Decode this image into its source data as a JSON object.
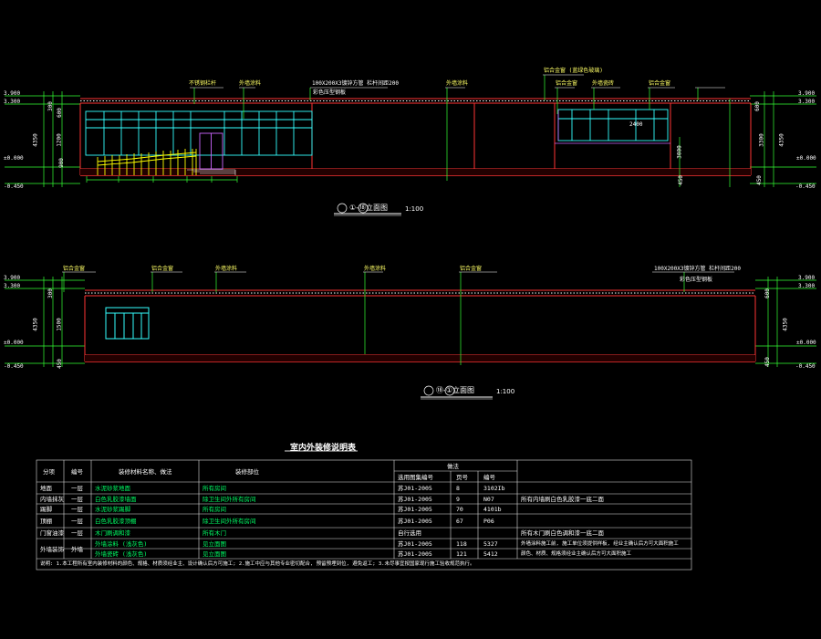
{
  "colors": {
    "background": "#000000",
    "wall": "#ff3333",
    "window": "#33ffff",
    "leader": "#33ff33",
    "ramp": "#ffff00",
    "text": "#ffffff",
    "door": "#cc66ff",
    "table_line": "#dddddd"
  },
  "elev1": {
    "title": "①-⑱立面图",
    "scale": "1:100",
    "levels_left": [
      "3.900",
      "3.300",
      "±0.000",
      "-0.450"
    ],
    "levels_right": [
      "3.900",
      "3.300",
      "±0.000",
      "-0.450"
    ],
    "dims_left": [
      "300",
      "600",
      "4350",
      "1200",
      "900"
    ],
    "dims_right": [
      "600",
      "3300",
      "4350",
      "450"
    ],
    "inner_dims": [
      "3000",
      "450",
      "2400"
    ],
    "top_labels": [
      "不锈钢栏杆",
      "外墙涂料",
      "100X200X3镀锌方管 栏杆间距200",
      "外墙涂料",
      "铝合金窗 (蓝绿色玻璃)",
      "铝合金窗",
      "外墙瓷砖",
      "铝合金窗"
    ],
    "sub_label": "彩色压型钢板"
  },
  "elev2": {
    "title": "⑱-①立面图",
    "scale": "1:100",
    "levels_left": [
      "3.900",
      "3.300",
      "±0.000",
      "-0.450"
    ],
    "levels_right": [
      "3.900",
      "3.300",
      "±0.000",
      "-0.450"
    ],
    "dims_left": [
      "300",
      "4350",
      "1500",
      "450"
    ],
    "dims_right": [
      "600",
      "4350",
      "450"
    ],
    "top_labels": [
      "铝合金窗",
      "铝合金窗",
      "外墙涂料",
      "外墙涂料",
      "铝合金窗",
      "100X200X3镀锌方管 栏杆间距200"
    ],
    "sub_label": "彩色压型钢板"
  },
  "table": {
    "title": "室内外装修说明表",
    "headers": [
      "分项",
      "编号",
      "装修材料名称、做法",
      "装修部位",
      "做法",
      "页号",
      "编号",
      ""
    ],
    "group_header": "做法",
    "sub_headers": [
      "选用图集编号",
      "页号",
      "编号"
    ],
    "rows": [
      [
        "地面",
        "一层",
        "水泥砂浆地面",
        "所有房间",
        "苏J01-2005",
        "8",
        "3102Ib",
        ""
      ],
      [
        "内墙抹灰",
        "一层",
        "白色乳胶漆墙面",
        "除卫生间外所有房间",
        "苏J01-2005",
        "9",
        "N07",
        "所有内墙刷白色乳胶漆一底二面"
      ],
      [
        "踢脚",
        "一层",
        "水泥砂浆踢脚",
        "所有房间",
        "苏J01-2005",
        "70",
        "4101b",
        ""
      ],
      [
        "顶棚",
        "一层",
        "白色乳胶漆顶棚",
        "除卫生间外所有房间",
        "苏J01-2005",
        "67",
        "P06",
        ""
      ],
      [
        "门窗油漆",
        "一层",
        "木门刷调和漆",
        "所有木门",
        "自行选用",
        "",
        "",
        "所有木门刷白色调和漆一底二面"
      ],
      [
        "外墙装饰",
        "外墙",
        "外墙涂料 (浅灰色)",
        "见立面图",
        "苏J01-2005",
        "118",
        "5327",
        "外墙涂料施工前, 施工单位须提供样板, 经业主确认后方可大面积施工"
      ],
      [
        "",
        "",
        "外墙瓷砖 (浅灰色)",
        "见立面图",
        "苏J01-2005",
        "121",
        "5412",
        "颜色、材质、规格须经业主确认后方可大面积施工"
      ]
    ],
    "note": "说明: 1.本工程所有室内装修材料的颜色、规格、材质须经业主、设计确认后方可施工; 2.施工中应与其他专业密切配合, 预留预埋到位, 避免返工; 3.未尽事宜按国家现行施工验收规范执行。"
  }
}
